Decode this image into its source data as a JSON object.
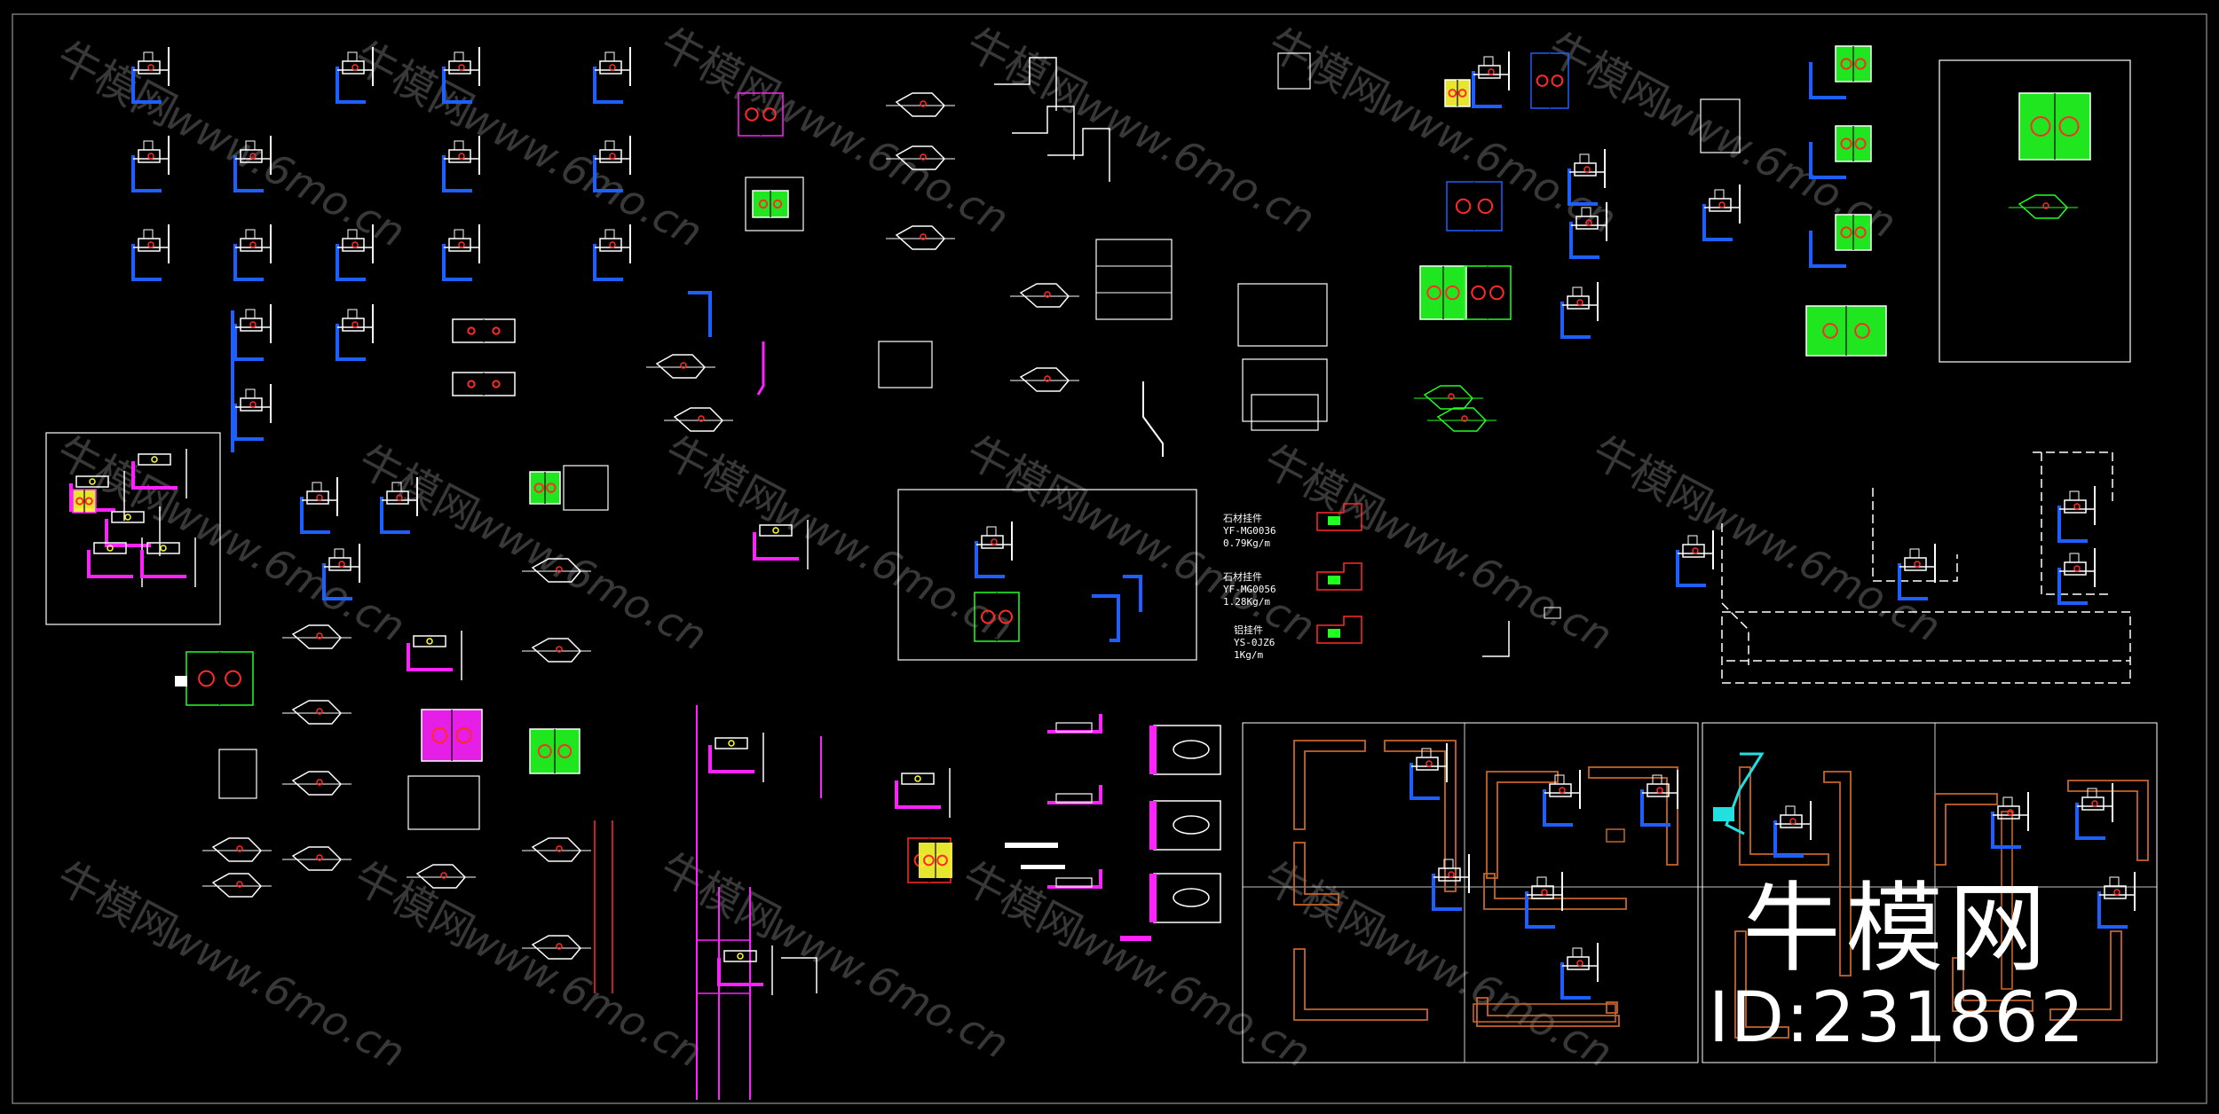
{
  "palette": {
    "background": "#000000",
    "line": "#ffffff",
    "blue": "#1e5fff",
    "green": "#22ff22",
    "magenta": "#ff22ff",
    "red": "#ff2a2a",
    "yellow": "#ffff33",
    "orange": "#c86428",
    "cyan": "#22e0e0",
    "frame": "#888888"
  },
  "watermark": {
    "logo_text": "牛模网",
    "url_text": "www.6mo.cn"
  },
  "branding": {
    "logo_text": "牛模网",
    "asset_id": "ID:231862"
  },
  "annotations": {
    "note_1": "石材挂件\nYF-MG0036\n0.79Kg/m",
    "note_2": "石材挂件\nYF-MG0056\n1.28Kg/m",
    "note_3": "铝挂件\nYS-0JZ6\n1Kg/m"
  }
}
